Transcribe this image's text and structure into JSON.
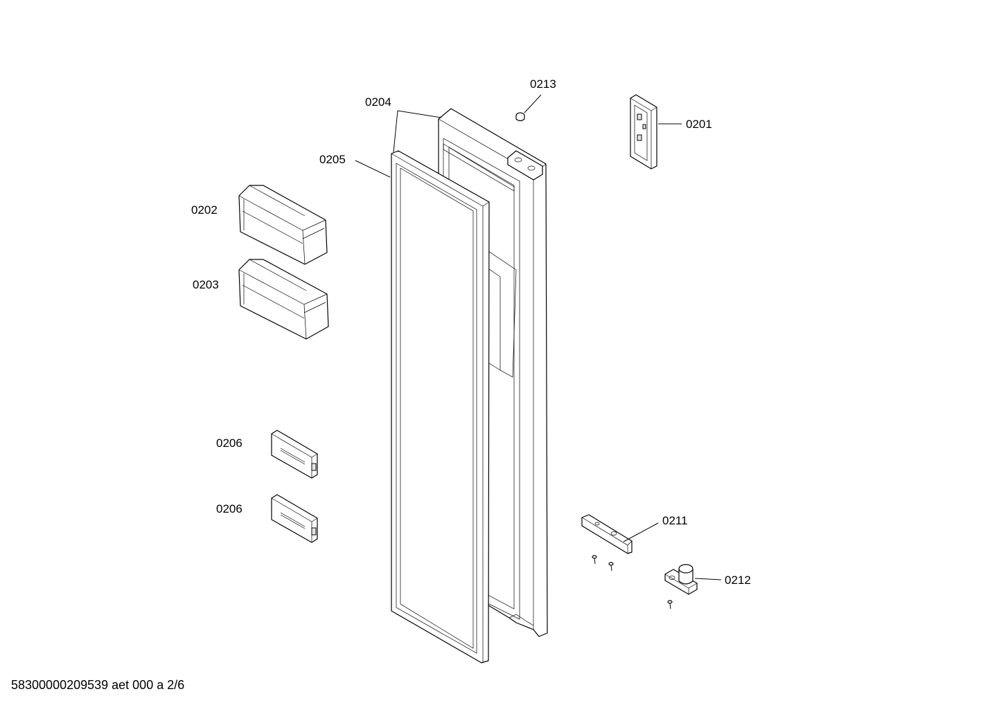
{
  "labels": {
    "p0201": "0201",
    "p0202": "0202",
    "p0203": "0203",
    "p0204": "0204",
    "p0205": "0205",
    "p0206a": "0206",
    "p0206b": "0206",
    "p0211": "0211",
    "p0212": "0212",
    "p0213": "0213"
  },
  "footer": {
    "code": "58300000209539 aet 000 a 2/6"
  }
}
